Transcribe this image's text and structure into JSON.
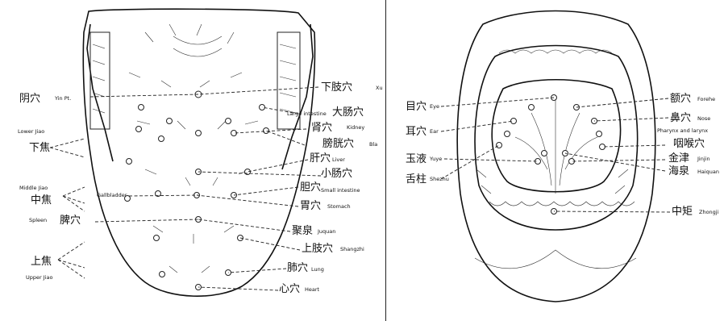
{
  "left_diagram": {
    "labels": {
      "yin_pt_zh": "阴穴",
      "yin_pt_en": "Yin Pt.",
      "lower_jiao_en": "Lower Jiao",
      "lower_jiao_zh": "下焦",
      "middle_jiao_en": "Middle Jiao",
      "middle_jiao_zh": "中焦",
      "gallbladder_en": "Gallbladder",
      "spleen_en": "Spleen",
      "spleen_zh": "脾穴",
      "upper_jiao_zh": "上焦",
      "upper_jiao_en": "Upper Jiao",
      "xu_zh": "下肢穴",
      "xu_en": "Xu",
      "large_intestine_en": "Large intestine",
      "large_intestine_zh": "大肠穴",
      "kidney_zh": "肾穴",
      "kidney_en": "Kidney",
      "bladder_zh": "膀胱穴",
      "bladder_en": "Bla",
      "liver_zh": "肝穴",
      "liver_en": "Liver",
      "small_intestine_zh": "小肠穴",
      "small_intestine_en": "Small intestine",
      "gall_zh": "胆穴",
      "stomach_zh": "胃穴",
      "stomach_en": "Stomach",
      "juquan_zh": "聚泉",
      "juquan_en": "Juquan",
      "shangzhi_zh": "上肢穴",
      "shangzhi_en": "Shangzhi",
      "lung_zh": "肺穴",
      "lung_en": "Lung",
      "heart_zh": "心穴",
      "heart_en": "Heart"
    }
  },
  "right_diagram": {
    "labels": {
      "eye_zh": "目穴",
      "eye_en": "Eye",
      "ear_zh": "耳穴",
      "ear_en": "Ear",
      "yuye_zh": "玉液",
      "yuye_en": "Yuye",
      "shezhu_zh": "舌柱",
      "shezhu_en": "Shezhu",
      "forehead_zh": "额穴",
      "forehead_en": "Forehe",
      "nose_zh": "鼻穴",
      "nose_en": "Nose",
      "pharynx_en": "Pharynx and larynx",
      "pharynx_zh": "咽喉穴",
      "jinjin_zh": "金津",
      "jinjin_en": "Jinjin",
      "haiquan_zh": "海泉",
      "haiquan_en": "Haiquan",
      "zhongji_zh": "中矩",
      "zhongji_en": "Zhongji"
    }
  }
}
